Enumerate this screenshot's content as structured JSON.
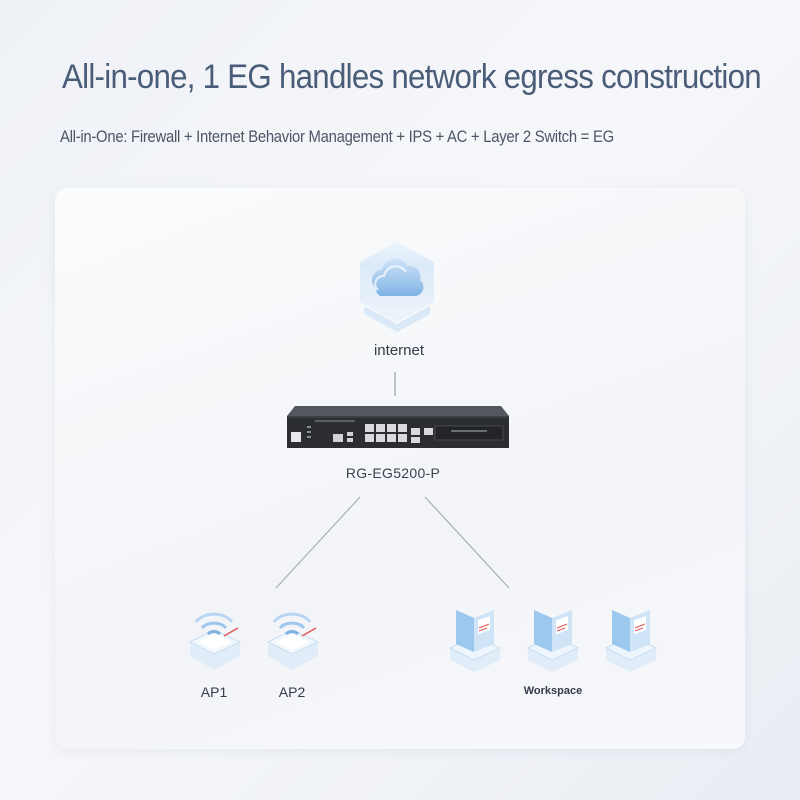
{
  "header": {
    "title": "All-in-one, 1 EG handles network egress construction",
    "subtitle": "All-in-One: Firewall + Internet Behavior Management + IPS + AC + Layer 2 Switch = EG"
  },
  "diagram": {
    "internet_label": "internet",
    "device_label": "RG-EG5200-P",
    "ap1_label": "AP1",
    "ap2_label": "AP2",
    "workspace_label": "Workspace"
  },
  "colors": {
    "title": "#4a5d78",
    "icon_light": "#dbeaf8",
    "icon_mid": "#a9cdee",
    "icon_dark": "#6fa9dc",
    "accent_red": "#e05a5a",
    "device_body": "#2b2d31"
  }
}
